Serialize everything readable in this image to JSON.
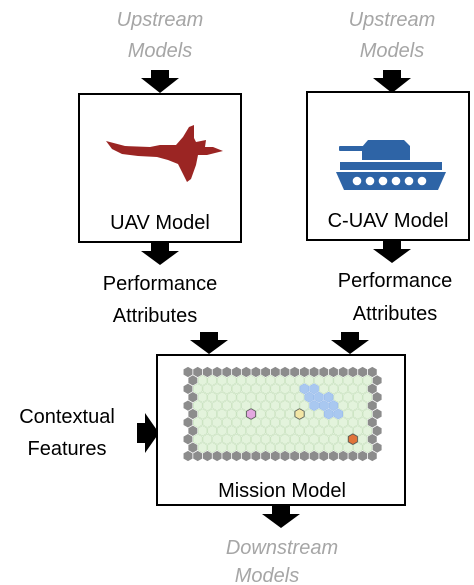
{
  "diagram": {
    "upstream_left": {
      "line1": "Upstream",
      "line2": "Models"
    },
    "upstream_right": {
      "line1": "Upstream",
      "line2": "Models"
    },
    "uav_box": {
      "label": "UAV Model",
      "icon": "fighter-jet-icon",
      "icon_color": "#9b2523"
    },
    "cuav_box": {
      "label": "C-UAV Model",
      "icon": "tank-icon",
      "icon_color": "#2e64a6"
    },
    "performance_left": {
      "line1": "Performance",
      "line2": "Attributes"
    },
    "performance_right": {
      "line1": "Performance",
      "line2": "Attributes"
    },
    "contextual": {
      "line1": "Contextual",
      "line2": "Features"
    },
    "mission_box": {
      "label": "Mission Model",
      "map": "hex-grid-map",
      "colors": {
        "border_hex": "#8c8c8c",
        "field_hex": "#e3f3dc",
        "field_stroke": "#b9d9ad",
        "water_hex": "#a9c8f0",
        "pink_unit": "#e3a8e0",
        "yellow_unit": "#f3e6a6",
        "orange_unit": "#e0743a"
      }
    },
    "downstream": {
      "line1": "Downstream",
      "line2": "Models"
    }
  }
}
